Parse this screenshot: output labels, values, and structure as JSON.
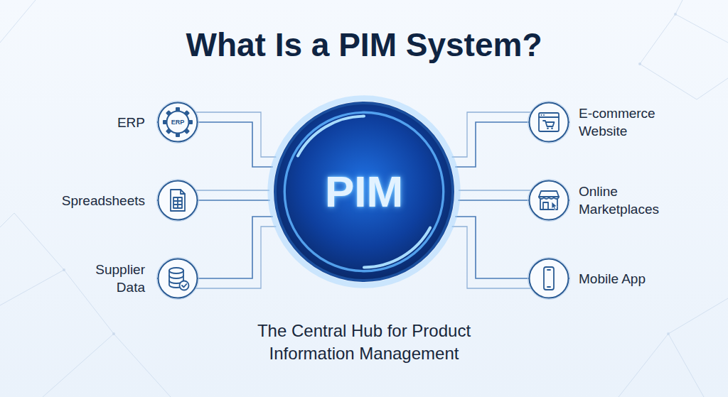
{
  "diagram": {
    "title": "What Is a PIM System?",
    "caption": "The Central Hub for Product Information Management",
    "nodes": [
      {
        "text": [
          "ERP",
          "ERP"
        ]
      },
      {
        "text": [
          "Spreadsheets"
        ]
      },
      {
        "text": [
          "Supplier Data"
        ]
      },
      {
        "text": [
          "PIM"
        ]
      },
      {
        "text": [
          "E-commerce Website"
        ]
      },
      {
        "text": [
          "Online Marketplaces"
        ]
      },
      {
        "text": [
          "Mobile App"
        ]
      }
    ],
    "edges": [
      {
        "from": 0,
        "to": 3,
        "arrow": "none"
      },
      {
        "from": 1,
        "to": 3,
        "arrow": "none"
      },
      {
        "from": 2,
        "to": 3,
        "arrow": "none"
      },
      {
        "from": 3,
        "to": 4,
        "arrow": "none"
      },
      {
        "from": 3,
        "to": 5,
        "arrow": "none"
      },
      {
        "from": 3,
        "to": 6,
        "arrow": "none"
      }
    ]
  }
}
